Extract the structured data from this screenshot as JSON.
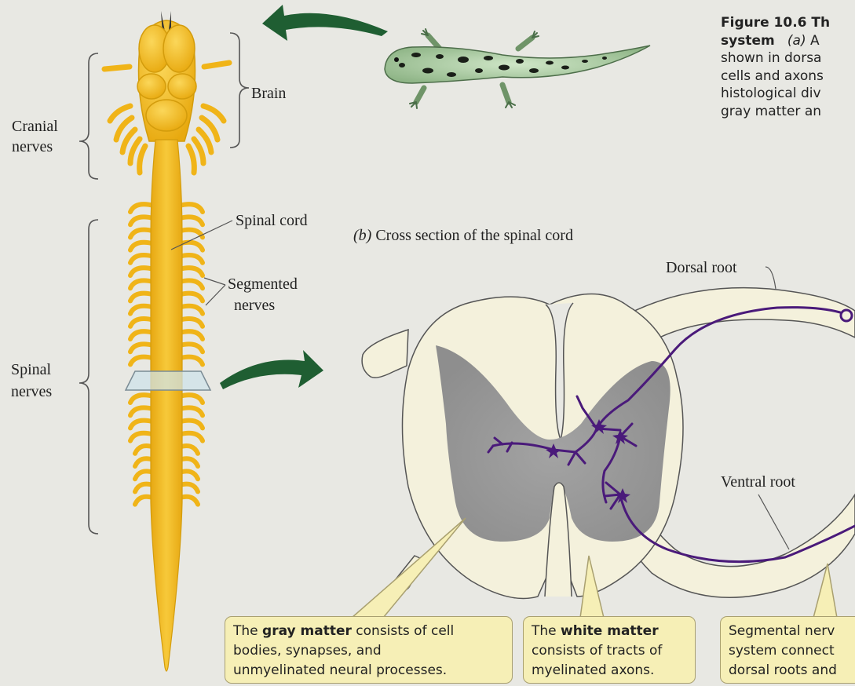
{
  "caption": {
    "line1_bold": "Figure 10.6  Th",
    "line2_bold": "system",
    "line2_italic": "(a)",
    "line2_rest": " A",
    "line3": "shown in dorsa",
    "line4": "cells and axons",
    "line5": "histological div",
    "line6": "gray matter an"
  },
  "labels": {
    "brain": "Brain",
    "cranial_nerves_1": "Cranial",
    "cranial_nerves_2": "nerves",
    "spinal_cord": "Spinal cord",
    "segmented_nerves_1": "Segmented",
    "segmented_nerves_2": "nerves",
    "spinal_nerves_1": "Spinal",
    "spinal_nerves_2": "nerves",
    "panel_b_letter": "(b)",
    "panel_b_title": " Cross section of the spinal cord",
    "dorsal_root": "Dorsal root",
    "ventral_root": "Ventral root"
  },
  "callouts": {
    "gray": {
      "line1_pre": "The ",
      "line1_bold": "gray matter",
      "line1_post": " consists of cell",
      "line2": "bodies, synapses, and",
      "line3": "unmyelinated neural processes."
    },
    "white": {
      "line1_pre": "The ",
      "line1_bold": "white matter",
      "line2": "consists of tracts of",
      "line3": "myelinated axons."
    },
    "segmental": {
      "line1": "Segmental nerv",
      "line2": "system connect",
      "line3": "dorsal roots and"
    }
  },
  "colors": {
    "background": "#e8e8e3",
    "cns_yellow": "#f0b418",
    "cord_fill": "#f4f1dc",
    "gray_matter": "#9a9a9a",
    "neuron_purple": "#4a1a7a",
    "arrow_green": "#1f5e32",
    "callout_fill": "#f6efb6"
  }
}
